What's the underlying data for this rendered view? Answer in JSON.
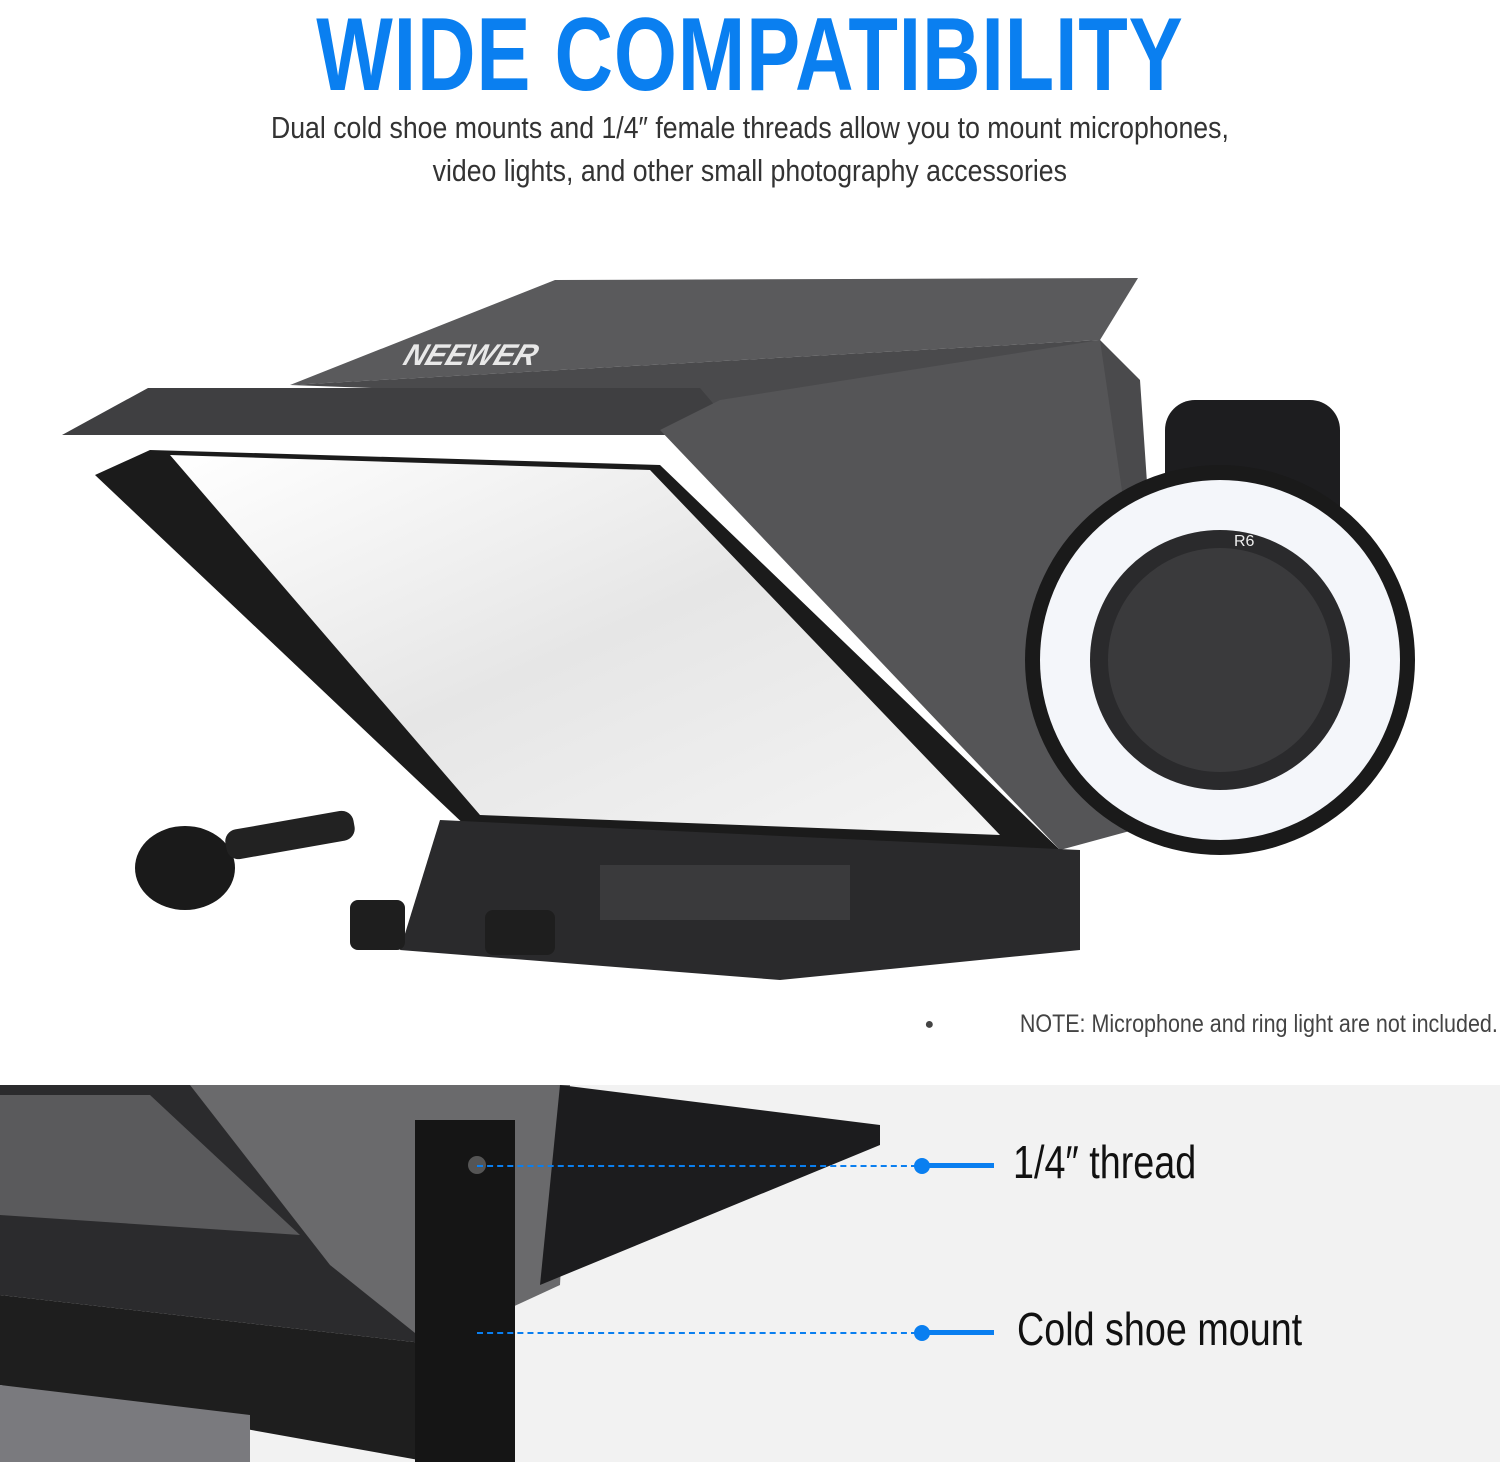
{
  "header": {
    "title": "WIDE COMPATIBILITY",
    "subtitle_line1": "Dual cold shoe mounts and 1/4″ female threads allow you to mount microphones,",
    "subtitle_line2": "video lights, and other small photography accessories"
  },
  "product": {
    "brand_logo": "NEEWER",
    "camera_label": "R6"
  },
  "note": {
    "bullet": "●",
    "text": "NOTE: Microphone and ring light are not included."
  },
  "callouts": [
    {
      "label": "1/4″ thread"
    },
    {
      "label": "Cold shoe mount"
    }
  ],
  "colors": {
    "accent": "#0a7ff0",
    "panel_bg": "#f2f2f2",
    "text": "#333333"
  }
}
